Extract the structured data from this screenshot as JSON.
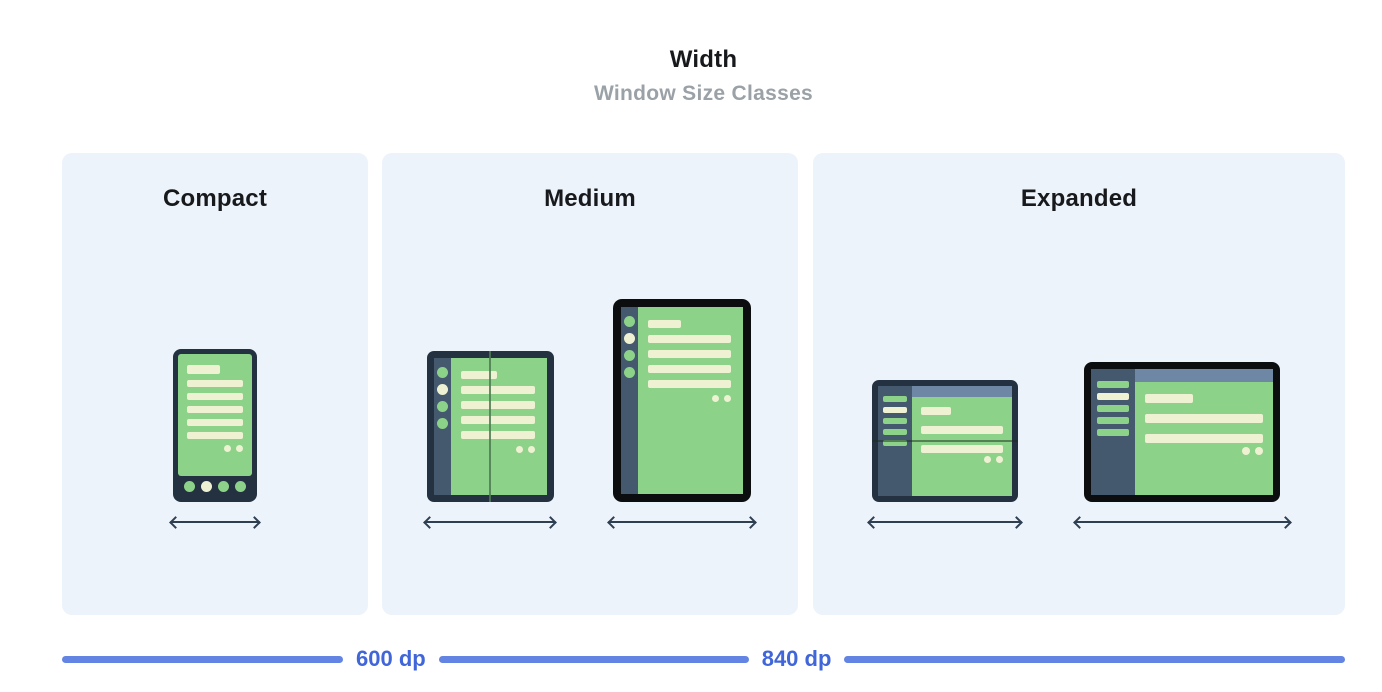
{
  "header": {
    "title": "Width",
    "subtitle": "Window Size Classes"
  },
  "panels": [
    {
      "label": "Compact",
      "devices": [
        "phone-portrait"
      ]
    },
    {
      "label": "Medium",
      "devices": [
        "foldable-portrait",
        "tablet-portrait"
      ]
    },
    {
      "label": "Expanded",
      "devices": [
        "foldable-landscape",
        "tablet-landscape"
      ]
    }
  ],
  "scale": {
    "breakpoints": [
      "600 dp",
      "840 dp"
    ]
  },
  "icons": {
    "arrow": "double-headed-width-arrow"
  },
  "colors": {
    "page-bg": "#ffffff",
    "panel-bg": "#edf3fa",
    "title-color": "#17191c",
    "subtitle-color": "#9aa1a7",
    "frame-navy": "#243140",
    "frame-black": "#0c0d0e",
    "rail-navy": "#44586e",
    "topbar-blue": "#6d87a5",
    "screen-green": "#8dd289",
    "content-cream": "#eef2d3",
    "arrow-navy": "#2e3f52",
    "fold-green": "#4d7a52",
    "scale-line": "#6384e3",
    "scale-text": "#4066d9"
  }
}
